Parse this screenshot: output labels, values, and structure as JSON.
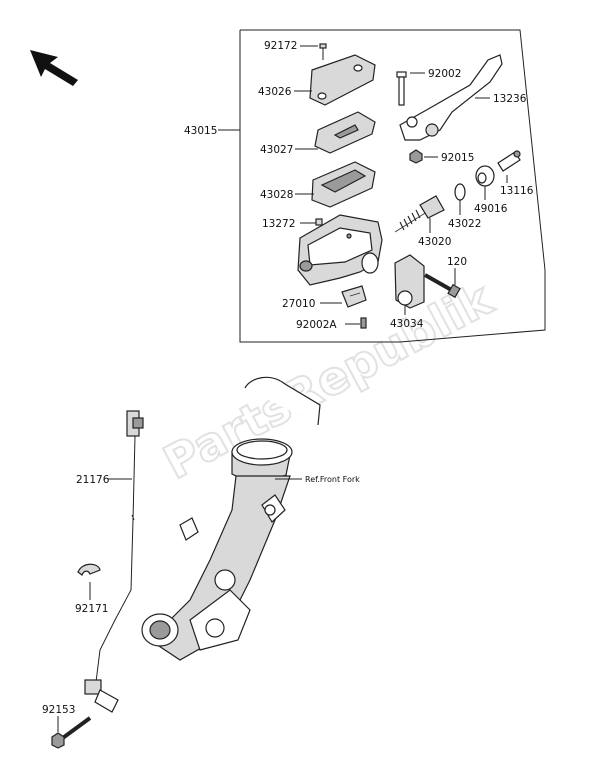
{
  "labels": {
    "p92172": "92172",
    "p43026": "43026",
    "p43015": "43015",
    "p43027": "43027",
    "p43028": "43028",
    "p13272": "13272",
    "p27010": "27010",
    "p92002A": "92002A",
    "p92002": "92002",
    "p13236": "13236",
    "p92015": "92015",
    "p13116": "13116",
    "p49016": "49016",
    "p43022": "43022",
    "p43020": "43020",
    "p120": "120",
    "p43034": "43034",
    "p21176": "21176",
    "p92171": "92171",
    "p92153": "92153",
    "ref_front_fork": "Ref.Front Fork"
  },
  "watermark": "PartsRepublik",
  "icons": {
    "direction": "arrow-up-left-icon"
  }
}
